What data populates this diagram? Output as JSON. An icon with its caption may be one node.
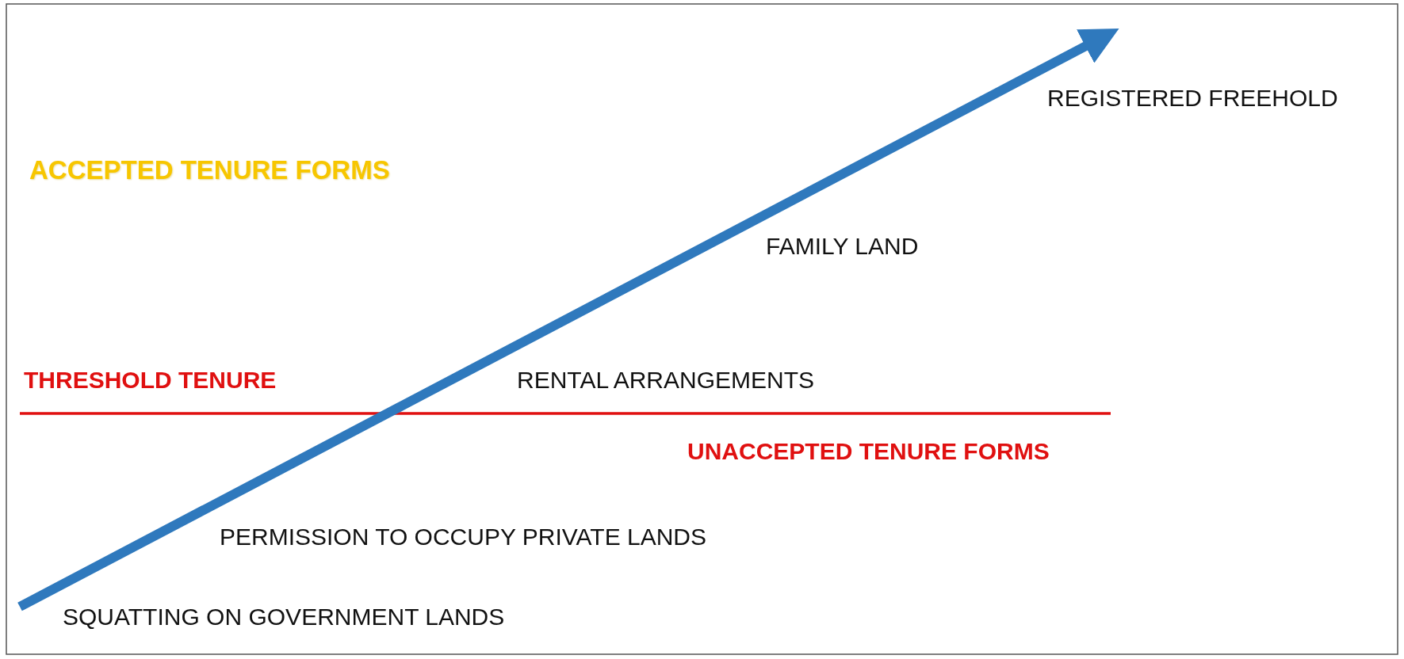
{
  "diagram": {
    "labels": [
      "REGISTERED FREEHOLD",
      "ACCEPTED TENURE FORMS",
      "FAMILY LAND",
      "THRESHOLD TENURE",
      "RENTAL ARRANGEMENTS",
      "UNACCEPTED TENURE FORMS",
      "PERMISSION TO OCCUPY PRIVATE LANDS",
      "SQUATTING ON GOVERNMENT LANDS"
    ]
  }
}
